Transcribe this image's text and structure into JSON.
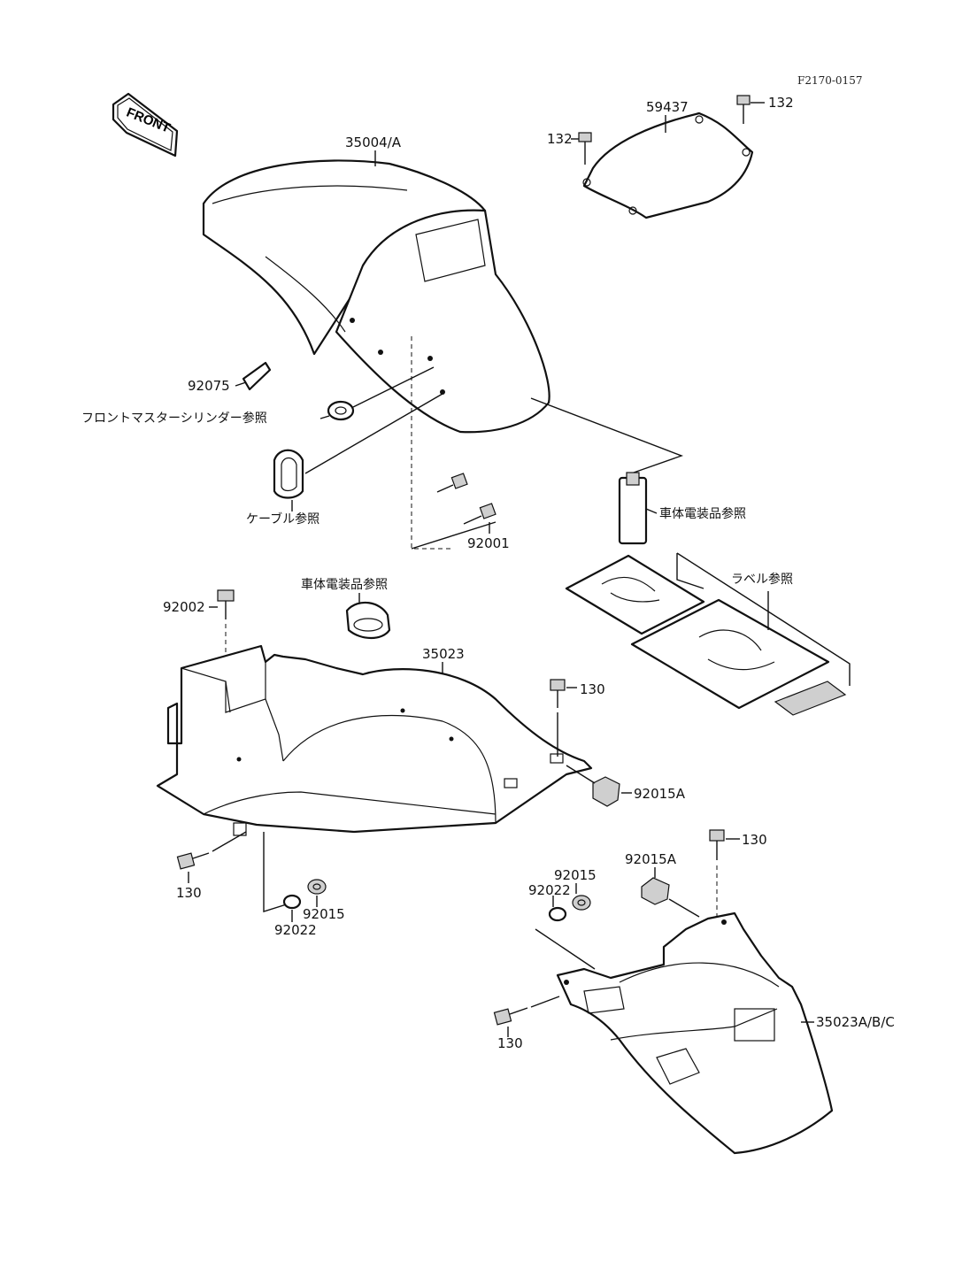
{
  "diagram_code": "F2170-0157",
  "front_arrow_text": "FRONT",
  "labels": {
    "front_fender": "35004/A",
    "cover_plate": "59437",
    "bolt_132_left": "132",
    "bolt_132_right": "132",
    "pad_92075": "92075",
    "ref_front_master_cylinder": "フロントマスターシリンダー参照",
    "ref_cable": "ケーブル参照",
    "bolt_92001": "92001",
    "ref_electrical_1": "車体電装品参照",
    "ref_electrical_2": "車体電装品参照",
    "ref_label": "ラベル参照",
    "bolt_92002": "92002",
    "rear_fender": "35023",
    "bolt_130_a": "130",
    "nut_92015A_a": "92015A",
    "bolt_130_b": "130",
    "nut_92015_a": "92015",
    "washer_92022_a": "92022",
    "bolt_130_c": "130",
    "nut_92015A_b": "92015A",
    "nut_92015_b": "92015",
    "washer_92022_b": "92022",
    "rear_fender_abc": "35023A/B/C",
    "bolt_130_d": "130"
  }
}
